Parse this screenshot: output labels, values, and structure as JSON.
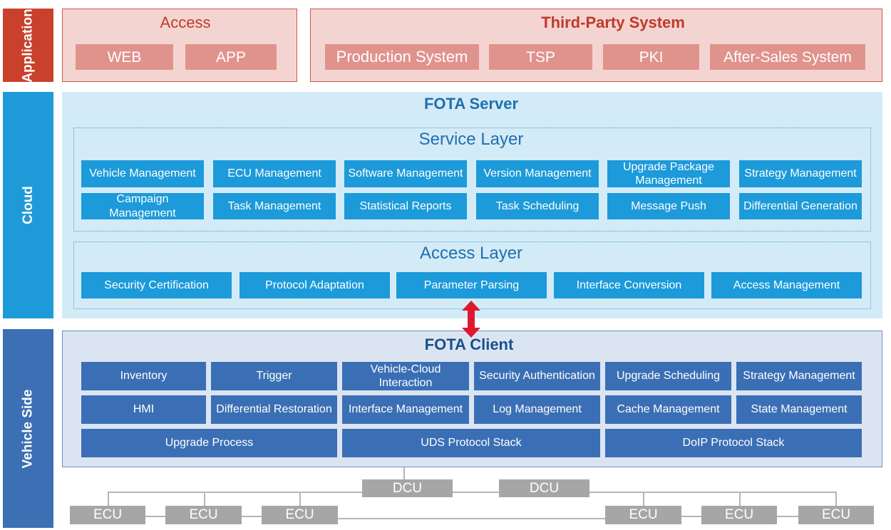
{
  "side_labels": {
    "application": "Application",
    "cloud": "Cloud",
    "vehicle": "Vehicle Side"
  },
  "access": {
    "title": "Access",
    "items": [
      "WEB",
      "APP"
    ]
  },
  "third_party": {
    "title": "Third-Party System",
    "items": [
      "Production System",
      "TSP",
      "PKI",
      "After-Sales System"
    ]
  },
  "fota_server": {
    "title": "FOTA Server",
    "service_layer": {
      "title": "Service Layer",
      "row1": [
        "Vehicle Management",
        "ECU Management",
        "Software Management",
        "Version Management",
        "Upgrade Package Management",
        "Strategy Management"
      ],
      "row2": [
        "Campaign Management",
        "Task Management",
        "Statistical Reports",
        "Task Scheduling",
        "Message Push",
        "Differential Generation"
      ]
    },
    "access_layer": {
      "title": "Access Layer",
      "items": [
        "Security Certification",
        "Protocol Adaptation",
        "Parameter Parsing",
        "Interface Conversion",
        "Access Management"
      ]
    }
  },
  "fota_client": {
    "title": "FOTA Client",
    "row1": [
      "Inventory",
      "Trigger",
      "Vehicle-Cloud Interaction",
      "Security Authentication",
      "Upgrade Scheduling",
      "Strategy Management"
    ],
    "row2": [
      "HMI",
      "Differential Restoration",
      "Interface Management",
      "Log Management",
      "Cache Management",
      "State Management"
    ],
    "row3": [
      "Upgrade Process",
      "UDS Protocol Stack",
      "DoIP Protocol Stack"
    ]
  },
  "network": {
    "dcu": [
      "DCU",
      "DCU"
    ],
    "ecu": [
      "ECU",
      "ECU",
      "ECU",
      "ECU",
      "ECU",
      "ECU"
    ]
  },
  "colors": {
    "application": "#c9402d",
    "cloud": "#1f9ad8",
    "vehicle": "#3c6fb3",
    "arrow": "#e0182d"
  }
}
